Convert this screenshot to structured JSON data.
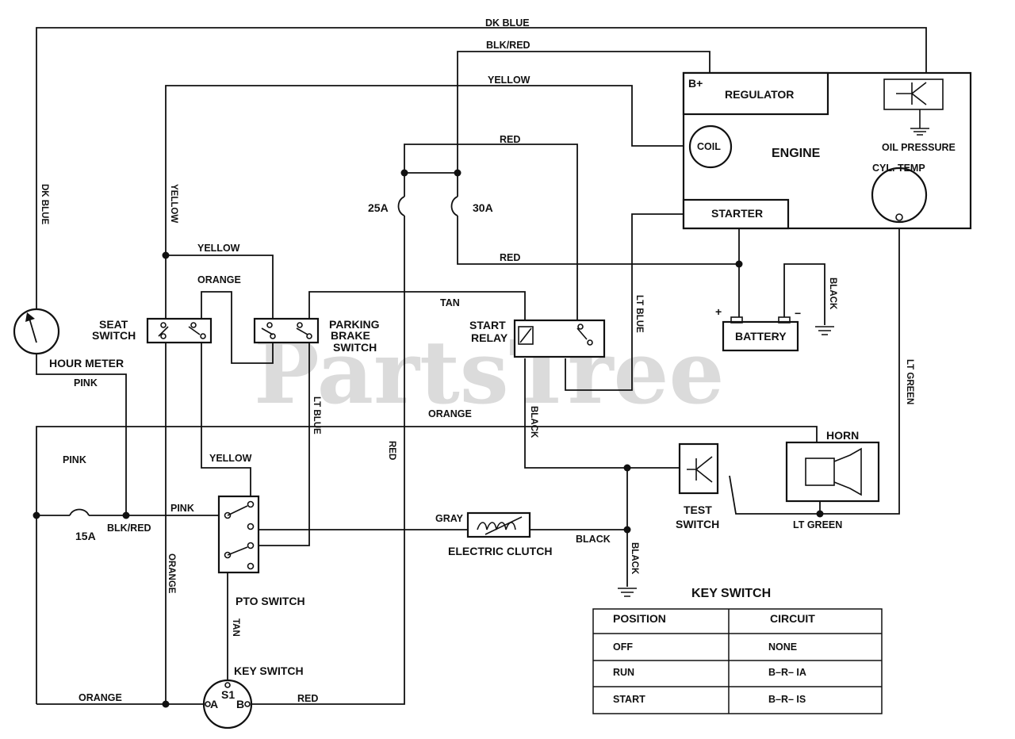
{
  "watermark": "PartsTree",
  "wire_labels": {
    "dk_blue_top": "DK BLUE",
    "blk_red_top": "BLK/RED",
    "yellow_top": "YELLOW",
    "red_top": "RED",
    "red_mid": "RED",
    "dk_blue_left": "DK BLUE",
    "yellow_vertical": "YELLOW",
    "yellow_seat": "YELLOW",
    "orange_seat": "ORANGE",
    "tan_top": "TAN",
    "lt_blue_right": "LT BLUE",
    "black_battery": "BLACK",
    "lt_green_right": "LT GREEN",
    "pink_hour": "PINK",
    "pink_left": "PINK",
    "orange_horn": "ORANGE",
    "lt_blue_mid": "LT BLUE",
    "black_relay": "BLACK",
    "red_vertical": "RED",
    "yellow_pto": "YELLOW",
    "pink_pto": "PINK",
    "blk_red_fuse": "BLK/RED",
    "gray_clutch": "GRAY",
    "black_clutch": "BLACK",
    "black_ground": "BLACK",
    "orange_vertical": "ORANGE",
    "tan_vertical": "TAN",
    "orange_bottom": "ORANGE",
    "red_bottom": "RED",
    "lt_green_horn": "LT GREEN"
  },
  "components": {
    "b_plus": "B+",
    "regulator": "REGULATOR",
    "coil": "COIL",
    "engine": "ENGINE",
    "oil_pressure": "OIL PRESSURE",
    "cyl_temp": "CYL. TEMP",
    "starter": "STARTER",
    "fuse_25a": "25A",
    "fuse_30a": "30A",
    "battery": "BATTERY",
    "battery_plus": "+",
    "battery_minus": "−",
    "seat_switch_1": "SEAT",
    "seat_switch_2": "SWITCH",
    "parking_1": "PARKING",
    "parking_2": "BRAKE",
    "parking_3": "SWITCH",
    "start_relay_1": "START",
    "start_relay_2": "RELAY",
    "hour_meter": "HOUR METER",
    "horn": "HORN",
    "test_switch_1": "TEST",
    "test_switch_2": "SWITCH",
    "fuse_15a": "15A",
    "electric_clutch": "ELECTRIC CLUTCH",
    "pto_switch": "PTO SWITCH",
    "key_switch": "KEY SWITCH",
    "key_s1": "S1",
    "key_a": "A",
    "key_b": "B"
  },
  "key_switch_table": {
    "title": "KEY SWITCH",
    "headers": [
      "POSITION",
      "CIRCUIT"
    ],
    "rows": [
      [
        "OFF",
        "NONE"
      ],
      [
        "RUN",
        "B–R– IA"
      ],
      [
        "START",
        "B–R– IS"
      ]
    ]
  }
}
